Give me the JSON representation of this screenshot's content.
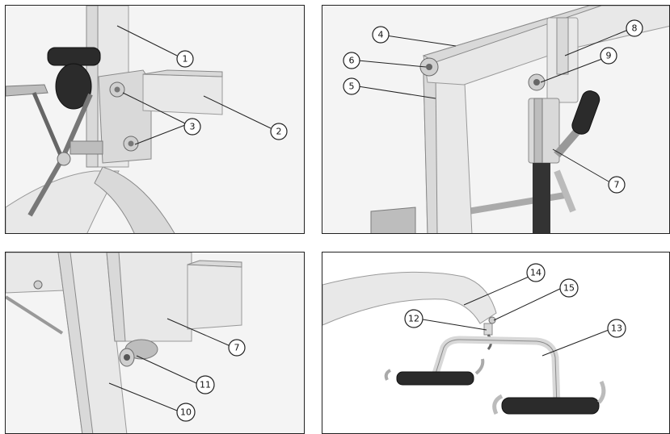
{
  "panels": [
    {
      "id": "panel-top-left",
      "callouts": [
        "1",
        "2",
        "3"
      ]
    },
    {
      "id": "panel-top-right",
      "callouts": [
        "4",
        "5",
        "6",
        "7",
        "8",
        "9"
      ]
    },
    {
      "id": "panel-bottom-left",
      "callouts": [
        "7",
        "10",
        "11"
      ]
    },
    {
      "id": "panel-bottom-right",
      "callouts": [
        "12",
        "13",
        "14",
        "15"
      ]
    }
  ]
}
